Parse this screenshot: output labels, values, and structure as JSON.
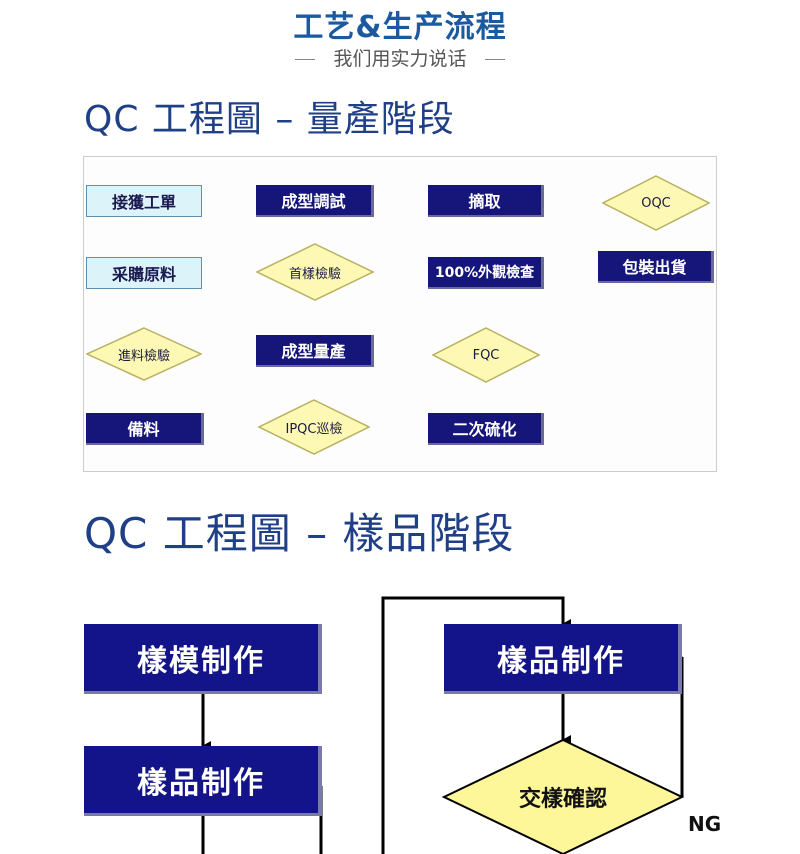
{
  "header": {
    "title": "工艺&生产流程",
    "subtitle": "我们用实力说话"
  },
  "section_mass": {
    "title": "QC 工程圖 – 量產階段",
    "nodes": {
      "receive_order": "接獲工單",
      "purchase_material": "采購原料",
      "incoming_inspection": "進料檢驗",
      "prepare_material": "備料",
      "molding_debug": "成型調試",
      "first_article": "首樣檢驗",
      "molding_mass": "成型量產",
      "ipqc": "IPQC巡檢",
      "extract": "摘取",
      "full_inspection": "100%外觀檢查",
      "fqc": "FQC",
      "secondary_cure": "二次硫化",
      "oqc": "OQC",
      "packaging": "包裝出貨"
    }
  },
  "section_sample": {
    "title": "QC 工程圖 – 樣品階段",
    "nodes": {
      "sample_mold": "樣模制作",
      "sample_make_left": "樣品制作",
      "sample_make_right": "樣品制作",
      "sample_confirm": "交樣確認"
    },
    "ng_label": "NG"
  },
  "colors": {
    "title_blue": "#1c5aa0",
    "section_blue": "#1f3f86",
    "navy_box": "#15157a",
    "diamond_fill": "#fdf9b4",
    "light_box": "#ddf3fa"
  }
}
